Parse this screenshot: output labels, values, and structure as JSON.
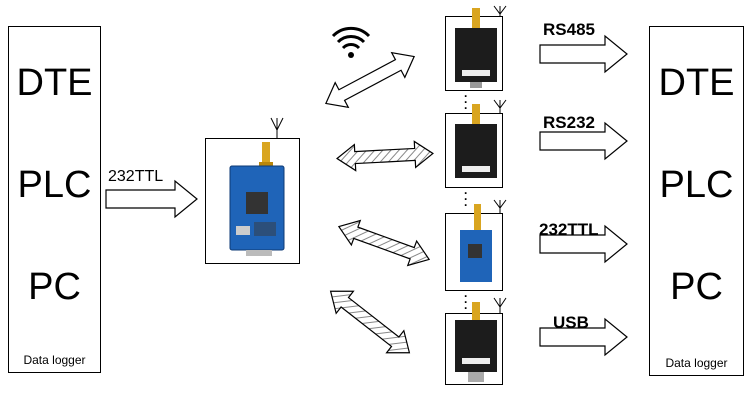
{
  "left_panel": {
    "labels": [
      "DTE",
      "PLC",
      "PC"
    ],
    "caption": "Data logger"
  },
  "right_panel": {
    "labels": [
      "DTE",
      "PLC",
      "PC"
    ],
    "caption": "Data logger"
  },
  "input_interface": "232TTL",
  "output_interfaces": [
    "RS485",
    "RS232",
    "232TTL",
    "USB"
  ],
  "colors": {
    "module_blue": "#1f64b8",
    "module_black": "#1c1c1c",
    "antenna_gold": "#d9a520"
  },
  "icons": [
    "wifi-icon",
    "antenna-icon"
  ]
}
